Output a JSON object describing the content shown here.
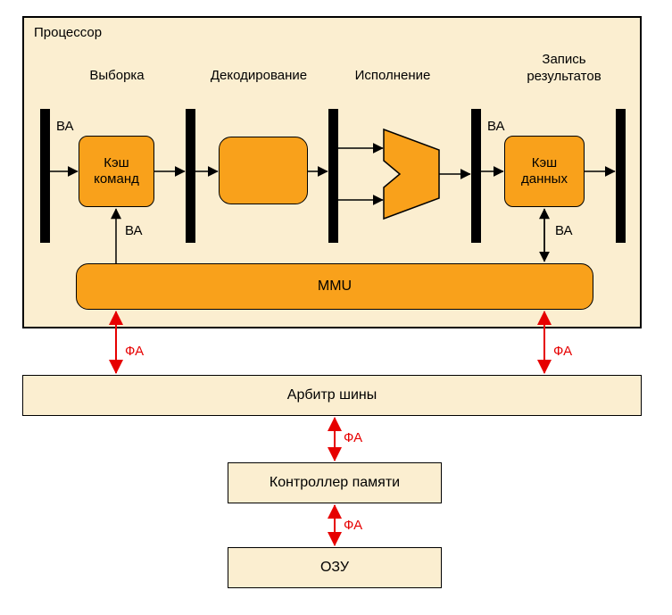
{
  "labels": {
    "processor": "Процессор",
    "stage_fetch": "Выборка",
    "stage_decode": "Декодирование",
    "stage_execute": "Исполнение",
    "stage_writeback": "Запись результатов",
    "icache": "Кэш команд",
    "dcache": "Кэш данных",
    "mmu": "MMU",
    "bus_arbiter": "Арбитр шины",
    "memory_controller": "Контроллер памяти",
    "ram": "ОЗУ",
    "va": "ВА",
    "fa": "ФА"
  },
  "colors": {
    "background": "#FFFFFF",
    "cream_fill": "#FBEED0",
    "orange_fill": "#F9A11B",
    "red_arrow": "#E60000",
    "black_line": "#000000"
  }
}
